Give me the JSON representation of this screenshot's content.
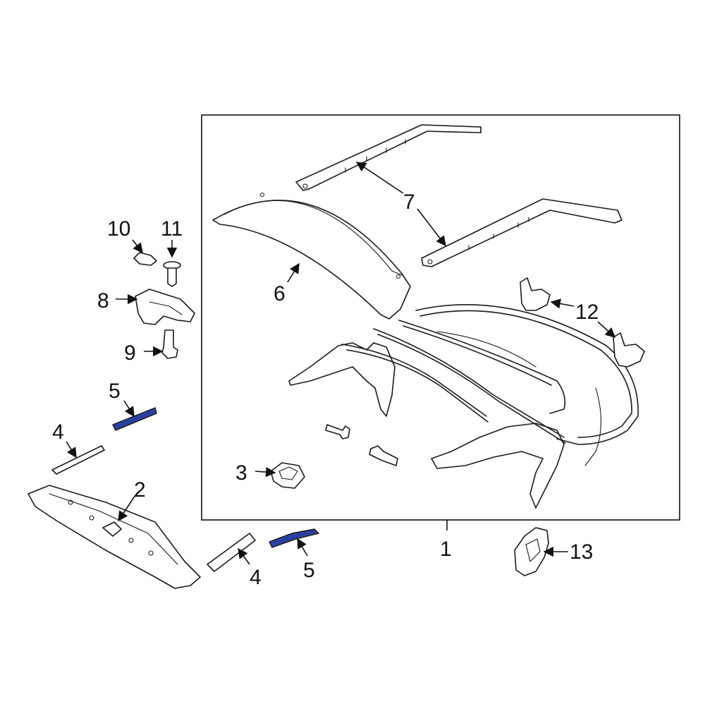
{
  "diagram": {
    "highlight_color": "#2b3f9e",
    "callouts": [
      {
        "id": "1",
        "text": "1"
      },
      {
        "id": "2",
        "text": "2"
      },
      {
        "id": "3",
        "text": "3"
      },
      {
        "id": "4a",
        "text": "4"
      },
      {
        "id": "4b",
        "text": "4"
      },
      {
        "id": "5a",
        "text": "5"
      },
      {
        "id": "5b",
        "text": "5"
      },
      {
        "id": "6",
        "text": "6"
      },
      {
        "id": "7",
        "text": "7"
      },
      {
        "id": "8",
        "text": "8"
      },
      {
        "id": "9",
        "text": "9"
      },
      {
        "id": "10",
        "text": "10"
      },
      {
        "id": "11",
        "text": "11"
      },
      {
        "id": "12",
        "text": "12"
      },
      {
        "id": "13",
        "text": "13"
      }
    ]
  }
}
